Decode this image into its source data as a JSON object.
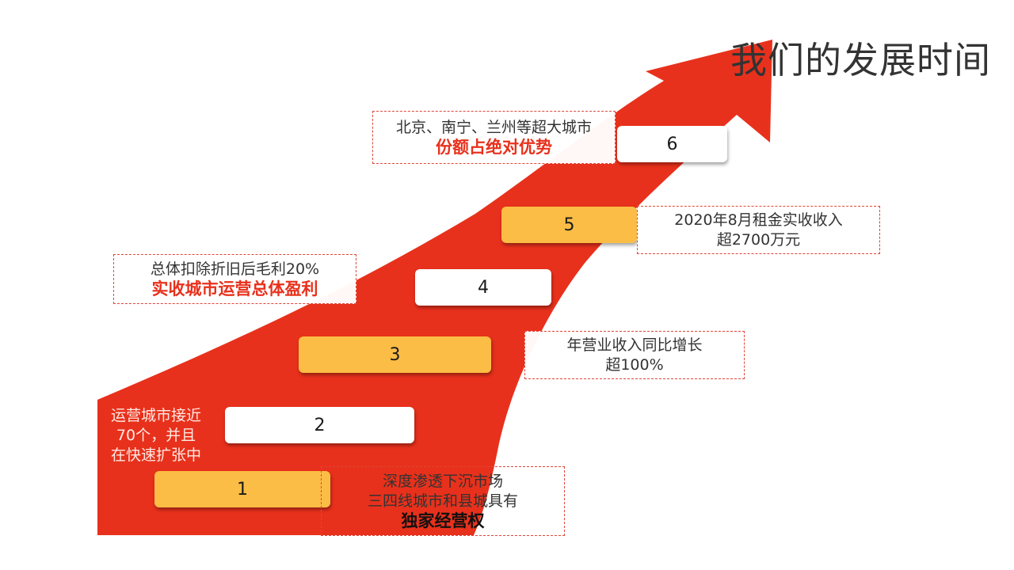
{
  "title": "我们的发展时间",
  "colors": {
    "arrow": "#e8311c",
    "step_orange": "#fbbd45",
    "step_white": "#ffffff",
    "highlight": "#e8311c"
  },
  "steps": [
    {
      "label": "1",
      "style": "orange"
    },
    {
      "label": "2",
      "style": "white"
    },
    {
      "label": "3",
      "style": "orange"
    },
    {
      "label": "4",
      "style": "white"
    },
    {
      "label": "5",
      "style": "orange"
    },
    {
      "label": "6",
      "style": "white"
    }
  ],
  "notes": {
    "step1": {
      "line1": "深度渗透下沉市场",
      "line2": "三四线城市和县城具有",
      "highlight": "独家经营权"
    },
    "step2": {
      "line1": "运营城市接近",
      "line2": "70个，并且",
      "line3": "在快速扩张中"
    },
    "step3": {
      "line1": "年营业收入同比增长",
      "line2": "超100%"
    },
    "step4": {
      "line1": "总体扣除折旧后毛利20%",
      "highlight": "实收城市运营总体盈利"
    },
    "step5": {
      "line1": "2020年8月租金实收收入",
      "line2": "超2700万元"
    },
    "step6": {
      "line1": "北京、南宁、兰州等超大城市",
      "highlight": "份额占绝对优势"
    }
  }
}
